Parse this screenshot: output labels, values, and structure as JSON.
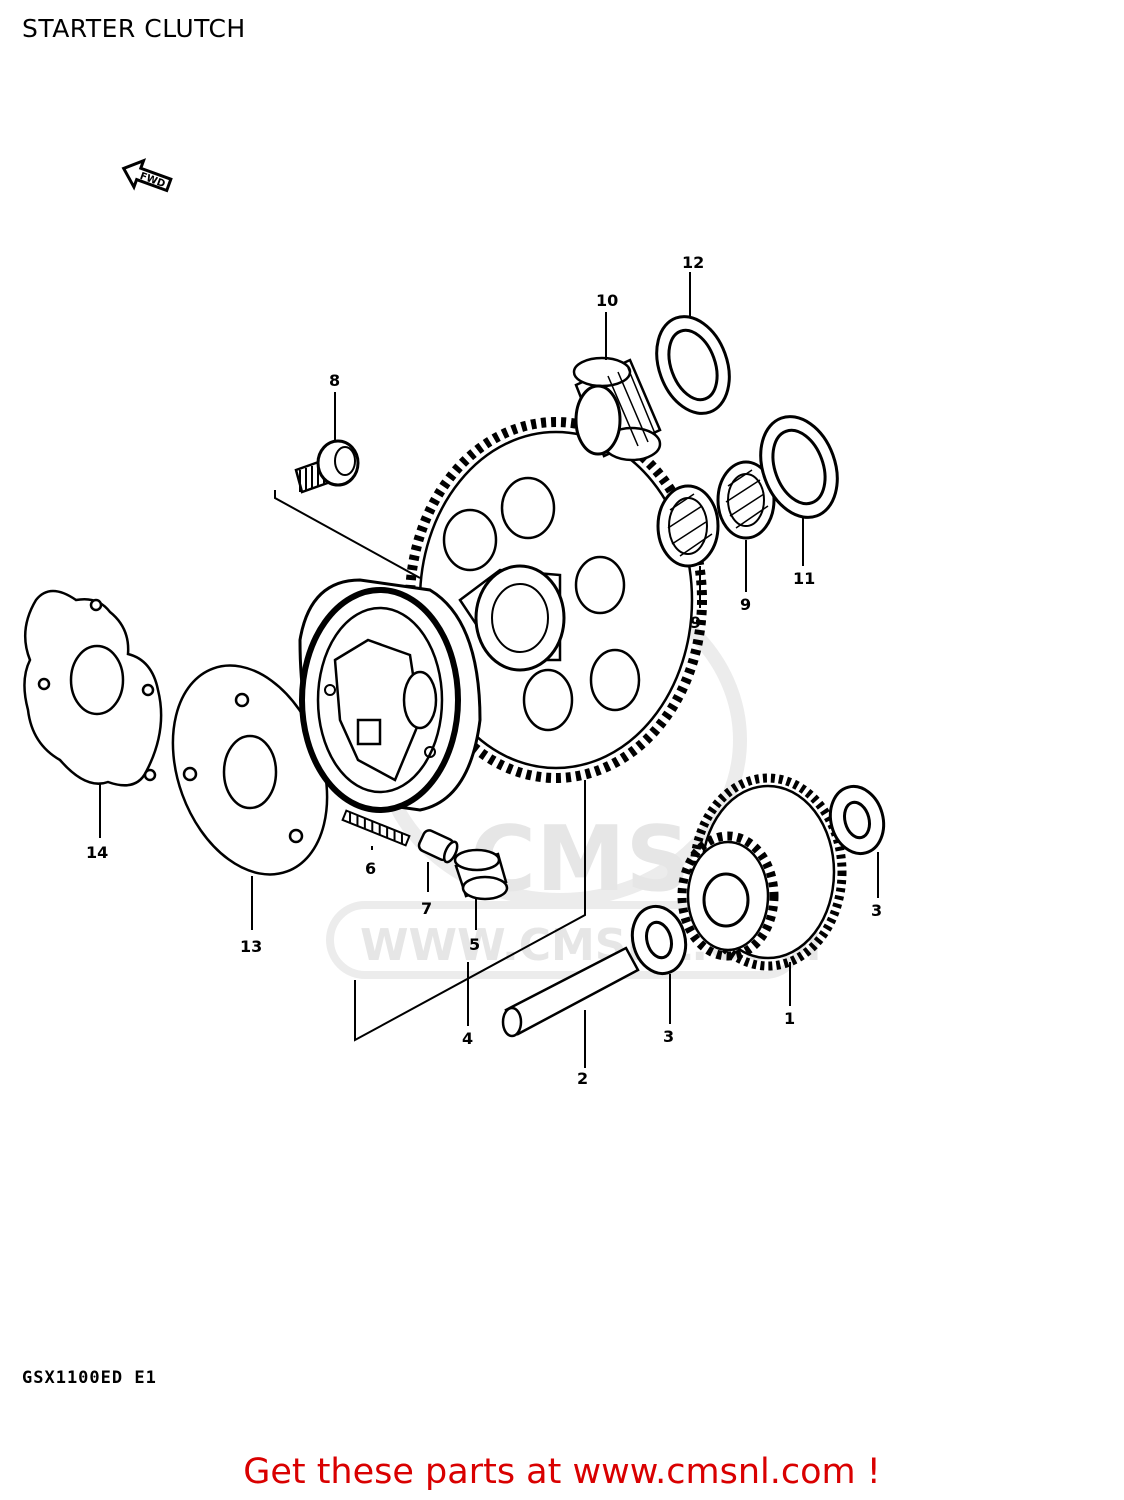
{
  "page": {
    "title": "STARTER CLUTCH"
  },
  "model_code": "GSX1100ED E1",
  "fwd_label": "FWD",
  "watermark": {
    "logo": "CMS",
    "site": "WWW.CMSNL.COM"
  },
  "cta": "Get these parts at www.cmsnl.com !",
  "callouts": [
    "1",
    "2",
    "3",
    "3",
    "4",
    "5",
    "6",
    "7",
    "8",
    "9",
    "9",
    "10",
    "11",
    "12",
    "13",
    "14"
  ],
  "icons": {
    "direction_arrow": "fwd-arrow-icon"
  }
}
